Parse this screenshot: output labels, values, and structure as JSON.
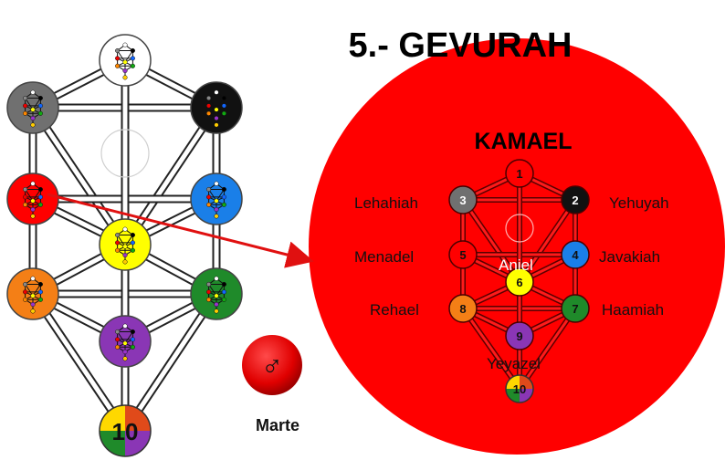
{
  "title": "5.- GEVURAH",
  "angel": "KAMAEL",
  "planet": {
    "symbol": "♂",
    "name": "Marte"
  },
  "colors": {
    "red": "#ff0000",
    "white": "#ffffff",
    "gray": "#707070",
    "black": "#111111",
    "blue": "#1a7fe8",
    "yellow": "#ffff00",
    "orange": "#f47f16",
    "green": "#1f8a2a",
    "purple": "#8a36b5"
  },
  "left_tree": {
    "sephiroth": [
      {
        "id": "1",
        "color": "white"
      },
      {
        "id": "3",
        "color": "gray"
      },
      {
        "id": "2",
        "color": "black"
      },
      {
        "id": "5",
        "color": "red"
      },
      {
        "id": "4",
        "color": "blue"
      },
      {
        "id": "6",
        "color": "yellow"
      },
      {
        "id": "8",
        "color": "orange"
      },
      {
        "id": "7",
        "color": "green"
      },
      {
        "id": "9",
        "color": "purple"
      },
      {
        "id": "10",
        "color": "multicolor",
        "label": "10"
      }
    ]
  },
  "right_tree": {
    "nodes": [
      {
        "id": "1",
        "label": "1",
        "color": "red"
      },
      {
        "id": "3",
        "label": "3",
        "color": "gray",
        "angel": "Lehahiah"
      },
      {
        "id": "2",
        "label": "2",
        "color": "black",
        "angel": "Yehuyah"
      },
      {
        "id": "5",
        "label": "5",
        "color": "red",
        "angel": "Menadel"
      },
      {
        "id": "4",
        "label": "4",
        "color": "blue",
        "angel": "Javakiah"
      },
      {
        "id": "6",
        "label": "6",
        "color": "yellow",
        "angel": "Aniel"
      },
      {
        "id": "8",
        "label": "8",
        "color": "orange",
        "angel": "Rehael"
      },
      {
        "id": "7",
        "label": "7",
        "color": "green",
        "angel": "Haamiah"
      },
      {
        "id": "9",
        "label": "9",
        "color": "purple",
        "angel": "Yeyazel"
      },
      {
        "id": "10",
        "label": "10",
        "color": "multicolor"
      }
    ]
  }
}
